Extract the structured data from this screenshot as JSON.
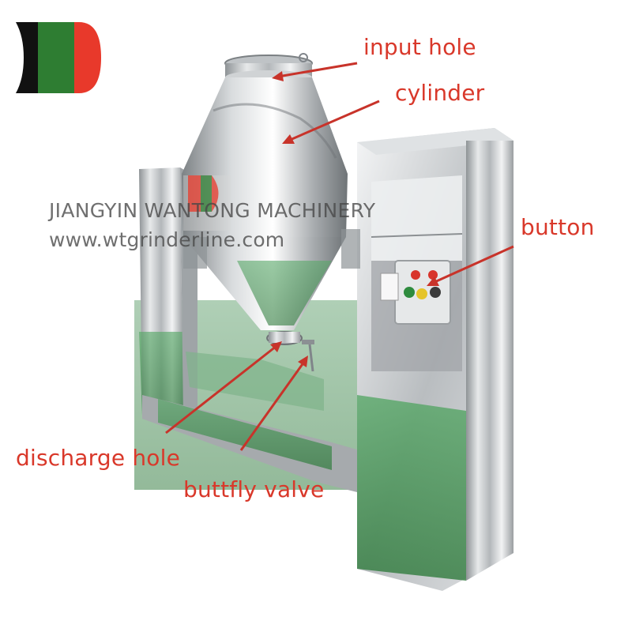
{
  "labels": {
    "input_hole": "input hole",
    "cylinder": "cylinder",
    "button": "button",
    "discharge_hole": "discharge hole",
    "butterfly_valve": "buttfly valve"
  },
  "watermark": {
    "company": "JIANGYIN WANTONG MACHINERY",
    "website": "www.wtgrinderline.com"
  },
  "colors": {
    "label_red": "#d9382a",
    "arrow_red": "#c8332a",
    "logo_black": "#111111",
    "logo_green": "#2e7d32",
    "logo_red": "#e8392b",
    "machine_green": "#3d8b4a",
    "steel": "#c9ccce"
  },
  "icons": {
    "logo": "tricolor-d-logo-icon"
  }
}
